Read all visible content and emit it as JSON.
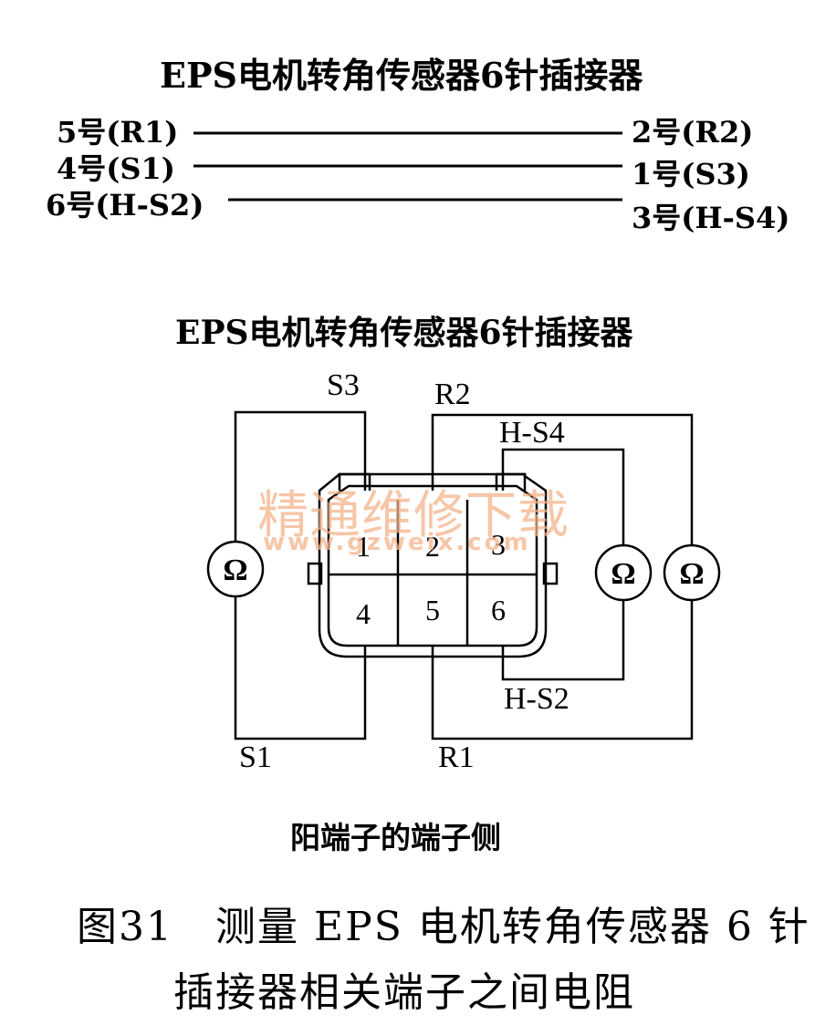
{
  "top": {
    "title": "EPS电机转角传感器6针插接器",
    "pairs": [
      {
        "left": "5号(R1)",
        "right": "2号(R2)"
      },
      {
        "left": "4号(S1)",
        "right": "1号(S3)"
      },
      {
        "left": "6号(H-S2)",
        "right": "3号(H-S4)"
      }
    ]
  },
  "connector": {
    "title": "EPS电机转角传感器6针插接器",
    "pins": [
      "1",
      "2",
      "3",
      "4",
      "5",
      "6"
    ],
    "wire_labels": {
      "s3": "S3",
      "r2": "R2",
      "hs4": "H-S4",
      "s1": "S1",
      "r1": "R1",
      "hs2": "H-S2"
    },
    "meter_symbol": "Ω",
    "side_caption": "阳端子的端子侧"
  },
  "watermark": {
    "cn": "精通维修下载",
    "url": "www.gzweix.com"
  },
  "figure_caption": {
    "line1": "图31　测量 EPS 电机转角传感器 6 针",
    "line2": "插接器相关端子之间电阻"
  }
}
